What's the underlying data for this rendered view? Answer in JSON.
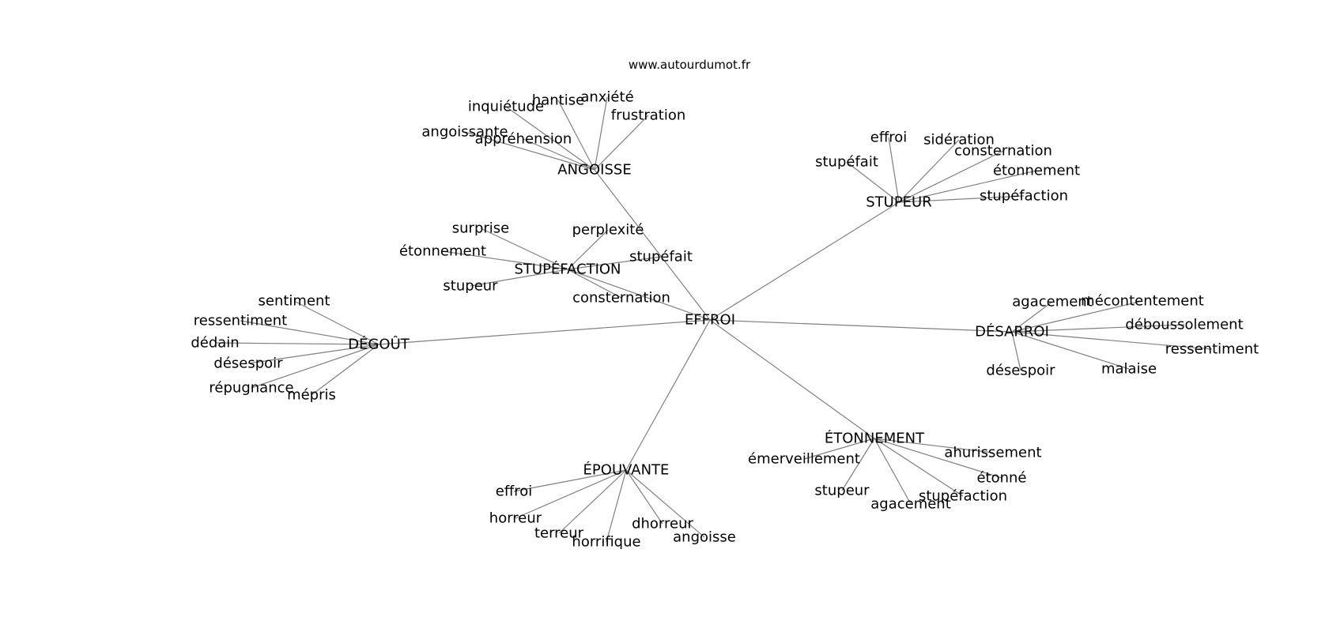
{
  "source_text": "www.autourdumot.fr",
  "colors": {
    "edge": "#808080",
    "text": "#000000",
    "background": "#ffffff"
  },
  "graph": {
    "center": "EFFROI",
    "clusters": [
      {
        "hub": "ANGOISSE",
        "leaves": [
          "inquiétude",
          "hantise",
          "anxiété",
          "frustration",
          "angoissante",
          "appréhension"
        ]
      },
      {
        "hub": "STUPEUR",
        "leaves": [
          "effroi",
          "sidération",
          "stupéfait",
          "consternation",
          "étonnement",
          "stupéfaction"
        ]
      },
      {
        "hub": "STUPÉFACTION",
        "leaves": [
          "surprise",
          "perplexité",
          "étonnement",
          "stupéfait",
          "stupeur",
          "consternation"
        ]
      },
      {
        "hub": "DÉGOÛT",
        "leaves": [
          "sentiment",
          "ressentiment",
          "dédain",
          "désespoir",
          "répugnance",
          "mépris"
        ]
      },
      {
        "hub": "DÉSARROI",
        "leaves": [
          "agacement",
          "mécontentement",
          "déboussolement",
          "ressentiment",
          "désespoir",
          "malaise"
        ]
      },
      {
        "hub": "ÉTONNEMENT",
        "leaves": [
          "émerveillement",
          "ahurissement",
          "étonné",
          "stupeur",
          "agacement",
          "stupéfaction"
        ]
      },
      {
        "hub": "ÉPOUVANTE",
        "leaves": [
          "effroi",
          "horreur",
          "terreur",
          "horrifique",
          "dhorreur",
          "angoisse"
        ]
      }
    ]
  }
}
